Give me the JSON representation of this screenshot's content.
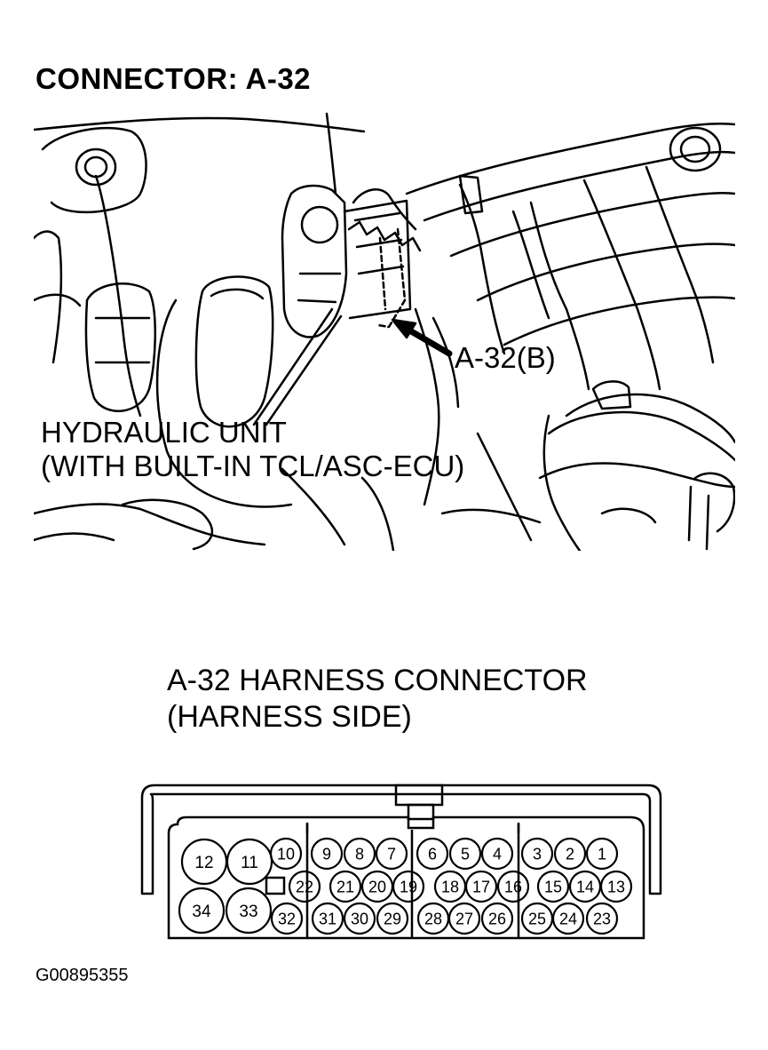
{
  "title": "CONNECTOR: A-32",
  "callouts": {
    "connector_b": "A-32(B)",
    "hydraulic_unit_line1": "HYDRAULIC UNIT",
    "hydraulic_unit_line2": "(WITH BUILT-IN TCL/ASC-ECU)"
  },
  "connector_view": {
    "title_line1": "A-32 HARNESS CONNECTOR",
    "title_line2": "(HARNESS SIDE)",
    "large_pins": [
      "12",
      "11",
      "34",
      "33"
    ],
    "top_row": [
      "10",
      "9",
      "8",
      "7",
      "6",
      "5",
      "4",
      "3",
      "2",
      "1"
    ],
    "middle_row": [
      "22",
      "21",
      "20",
      "19",
      "18",
      "17",
      "16",
      "15",
      "14",
      "13"
    ],
    "bottom_row": [
      "32",
      "31",
      "30",
      "29",
      "28",
      "27",
      "26",
      "25",
      "24",
      "23"
    ]
  },
  "figure_code": "G00895355"
}
